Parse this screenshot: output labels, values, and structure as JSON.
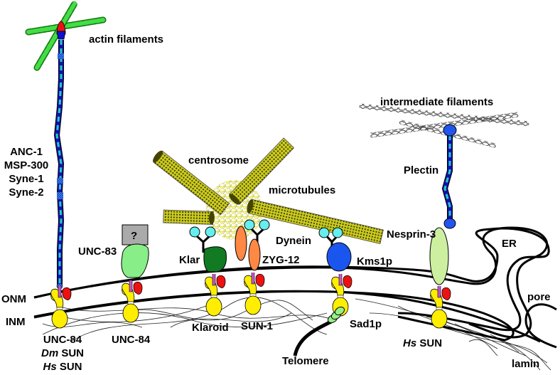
{
  "colors": {
    "sun_yellow": "#ffee00",
    "kash_red": "#ee1111",
    "pink_linker": "#cc55cc",
    "actin_green": "#33cc33",
    "actin_dark": "#117711",
    "spectrin_dark": "#1111aa",
    "spectrin_light": "#22cccc",
    "microtubule": "#cccc22",
    "dynein_cyan": "#66eeee",
    "klar_green": "#117a22",
    "zyg12_orange": "#ff8844",
    "kms1p_blue": "#1a55ee",
    "unc83_green": "#88ee88",
    "nesprin3_green": "#ccf0a0",
    "unknown_gray": "#aaaaaa",
    "telomere_green": "#99ee88",
    "plectin_blue": "#2255ee"
  },
  "labels": {
    "actin_filaments": "actin filaments",
    "giant_nesprins": [
      "ANC-1",
      "MSP-300",
      "Syne-1",
      "Syne-2"
    ],
    "unc83": "UNC-83",
    "unknown": "?",
    "centrosome": "centrosome",
    "microtubules": "microtubules",
    "dynein": "Dynein",
    "klar": "Klar",
    "zyg12": "ZYG-12",
    "kms1p": "Kms1p",
    "intermediate_filaments": "intermediate filaments",
    "plectin": "Plectin",
    "nesprin3": "Nesprin-3",
    "er": "ER",
    "onm": "ONM",
    "inm": "INM",
    "pore": "pore",
    "lamin": "lamin",
    "telomere": "Telomere",
    "sun_left": {
      "line1": "UNC-84",
      "line2_italic": "Dm",
      "line2_rest": " SUN",
      "line3_italic": "Hs",
      "line3_rest": " SUN"
    },
    "unc84": "UNC-84",
    "klaroid": "Klaroid",
    "sun1": "SUN-1",
    "sad1p": "Sad1p",
    "hs_sun": {
      "italic": "Hs",
      "rest": " SUN"
    }
  }
}
